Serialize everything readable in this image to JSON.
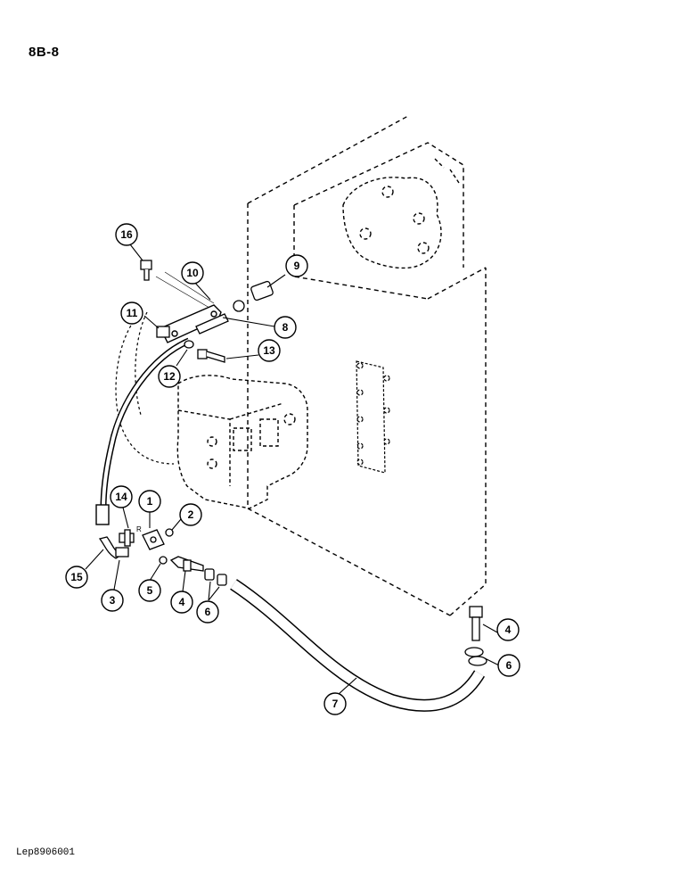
{
  "header": {
    "page_code": "8B-8"
  },
  "footer": {
    "reference": "Lep8906001"
  },
  "port_marking": "R",
  "callouts": [
    "16",
    "10",
    "9",
    "11",
    "8",
    "13",
    "12",
    "14",
    "1",
    "2",
    "15",
    "3",
    "5",
    "4",
    "6",
    "4",
    "6",
    "7"
  ]
}
